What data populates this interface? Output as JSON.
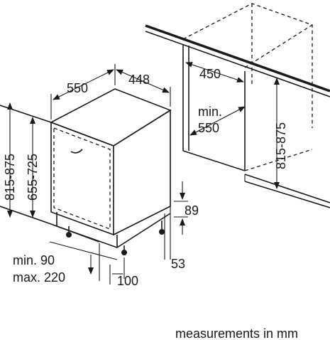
{
  "dimensions": {
    "depth": "550",
    "width": "448",
    "niche_width": "450",
    "niche_depth_line1": "min.",
    "niche_depth_line2": "550",
    "niche_height": "815-875",
    "total_height": "815-875",
    "door_height": "655-725",
    "plinth_height": "89",
    "plinth_recess": "53",
    "foot_min": "min. 90",
    "foot_max": "max. 220",
    "foot_offset": "100"
  },
  "caption": "measurements in mm"
}
